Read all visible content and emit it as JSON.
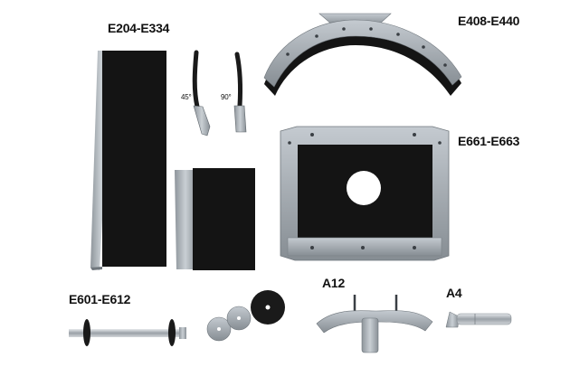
{
  "labels": {
    "e204": "E204-E334",
    "e408": "E408-E440",
    "deg45": "45°",
    "deg90": "90°",
    "e661": "E661-E663",
    "e601": "E601-E612",
    "a12": "A12",
    "a4": "A4"
  },
  "colors": {
    "metal": "#a9b0b6",
    "metal_dark": "#6f767c",
    "black_sheet": "#141414",
    "background": "#ffffff"
  }
}
